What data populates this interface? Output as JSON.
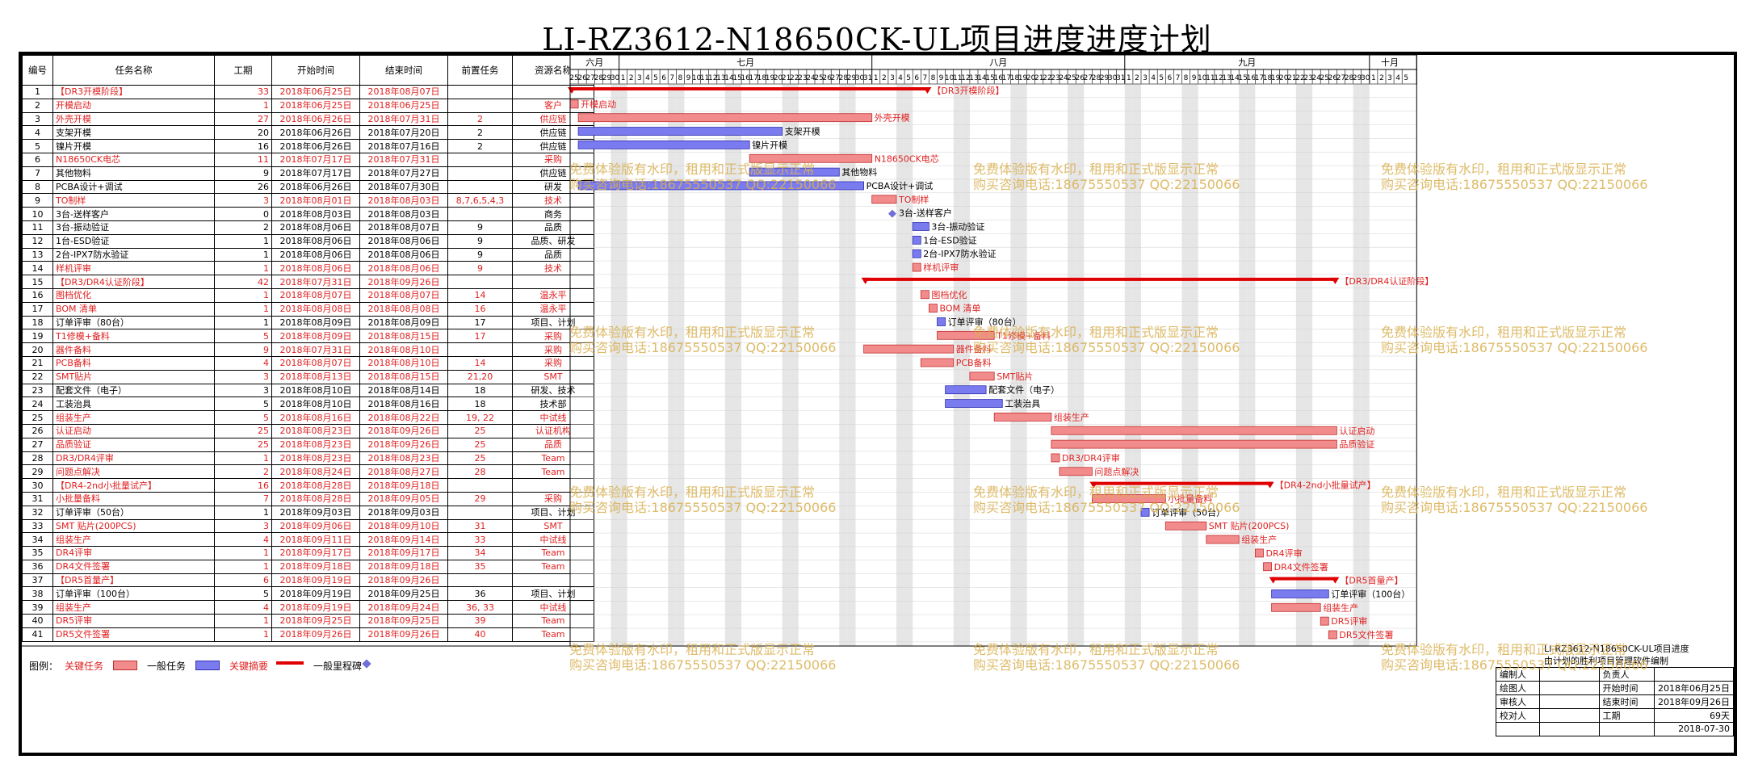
{
  "title": "LI-RZ3612-N18650CK-UL项目进度进度计划",
  "colors": {
    "critical": "#f28b8b",
    "normal": "#7b7bf0",
    "summary": "#e00000",
    "milestone": "#6f6fd8",
    "watermark": "#d9b050"
  },
  "columns": [
    "编号",
    "任务名称",
    "工期",
    "开始时间",
    "结束时间",
    "前置任务",
    "资源名称"
  ],
  "tasks": [
    {
      "id": "1",
      "name": "【DR3开模阶段】",
      "dur": "33",
      "start": "2018年06月25日",
      "end": "2018年08月07日",
      "pred": "",
      "res": "",
      "red": true
    },
    {
      "id": "2",
      "name": "开模启动",
      "dur": "1",
      "start": "2018年06月25日",
      "end": "2018年06月25日",
      "pred": "",
      "res": "客户",
      "red": true
    },
    {
      "id": "3",
      "name": "外壳开模",
      "dur": "27",
      "start": "2018年06月26日",
      "end": "2018年07月31日",
      "pred": "2",
      "res": "供应链",
      "red": true
    },
    {
      "id": "4",
      "name": "支架开模",
      "dur": "20",
      "start": "2018年06月26日",
      "end": "2018年07月20日",
      "pred": "2",
      "res": "供应链",
      "red": false
    },
    {
      "id": "5",
      "name": "镍片开模",
      "dur": "16",
      "start": "2018年06月26日",
      "end": "2018年07月16日",
      "pred": "2",
      "res": "供应链",
      "red": false
    },
    {
      "id": "6",
      "name": "N18650CK电芯",
      "dur": "11",
      "start": "2018年07月17日",
      "end": "2018年07月31日",
      "pred": "",
      "res": "采购",
      "red": true
    },
    {
      "id": "7",
      "name": "其他物料",
      "dur": "9",
      "start": "2018年07月17日",
      "end": "2018年07月27日",
      "pred": "",
      "res": "供应链",
      "red": false
    },
    {
      "id": "8",
      "name": "PCBA设计+调试",
      "dur": "26",
      "start": "2018年06月26日",
      "end": "2018年07月30日",
      "pred": "",
      "res": "研发",
      "red": false
    },
    {
      "id": "9",
      "name": "TO制样",
      "dur": "3",
      "start": "2018年08月01日",
      "end": "2018年08月03日",
      "pred": "8,7,6,5,4,3",
      "res": "技术",
      "red": true
    },
    {
      "id": "10",
      "name": "3台-送样客户",
      "dur": "0",
      "start": "2018年08月03日",
      "end": "2018年08月03日",
      "pred": "",
      "res": "商务",
      "red": false
    },
    {
      "id": "11",
      "name": "3台-振动验证",
      "dur": "2",
      "start": "2018年08月06日",
      "end": "2018年08月07日",
      "pred": "9",
      "res": "品质",
      "red": false
    },
    {
      "id": "12",
      "name": "1台-ESD验证",
      "dur": "1",
      "start": "2018年08月06日",
      "end": "2018年08月06日",
      "pred": "9",
      "res": "品质、研发",
      "red": false
    },
    {
      "id": "13",
      "name": "2台-IPX7防水验证",
      "dur": "1",
      "start": "2018年08月06日",
      "end": "2018年08月06日",
      "pred": "9",
      "res": "品质",
      "red": false
    },
    {
      "id": "14",
      "name": "样机评审",
      "dur": "1",
      "start": "2018年08月06日",
      "end": "2018年08月06日",
      "pred": "9",
      "res": "技术",
      "red": true
    },
    {
      "id": "15",
      "name": "【DR3/DR4认证阶段】",
      "dur": "42",
      "start": "2018年07月31日",
      "end": "2018年09月26日",
      "pred": "",
      "res": "",
      "red": true
    },
    {
      "id": "16",
      "name": "图档优化",
      "dur": "1",
      "start": "2018年08月07日",
      "end": "2018年08月07日",
      "pred": "14",
      "res": "温永平",
      "red": true
    },
    {
      "id": "17",
      "name": "BOM 清单",
      "dur": "1",
      "start": "2018年08月08日",
      "end": "2018年08月08日",
      "pred": "16",
      "res": "温永平",
      "red": true
    },
    {
      "id": "18",
      "name": "订单评审（80台）",
      "dur": "1",
      "start": "2018年08月09日",
      "end": "2018年08月09日",
      "pred": "17",
      "res": "项目、计划",
      "red": false
    },
    {
      "id": "19",
      "name": "T1修模+备料",
      "dur": "5",
      "start": "2018年08月09日",
      "end": "2018年08月15日",
      "pred": "17",
      "res": "采购",
      "red": true
    },
    {
      "id": "20",
      "name": "器件备料",
      "dur": "9",
      "start": "2018年07月31日",
      "end": "2018年08月10日",
      "pred": "",
      "res": "采购",
      "red": true
    },
    {
      "id": "21",
      "name": "PCB备料",
      "dur": "4",
      "start": "2018年08月07日",
      "end": "2018年08月10日",
      "pred": "14",
      "res": "采购",
      "red": true
    },
    {
      "id": "22",
      "name": "SMT贴片",
      "dur": "3",
      "start": "2018年08月13日",
      "end": "2018年08月15日",
      "pred": "21,20",
      "res": "SMT",
      "red": true
    },
    {
      "id": "23",
      "name": "配套文件（电子）",
      "dur": "3",
      "start": "2018年08月10日",
      "end": "2018年08月14日",
      "pred": "18",
      "res": "研发、技术",
      "red": false
    },
    {
      "id": "24",
      "name": "工装治具",
      "dur": "5",
      "start": "2018年08月10日",
      "end": "2018年08月16日",
      "pred": "18",
      "res": "技术部",
      "red": false
    },
    {
      "id": "25",
      "name": "组装生产",
      "dur": "5",
      "start": "2018年08月16日",
      "end": "2018年08月22日",
      "pred": "19, 22",
      "res": "中试线",
      "red": true
    },
    {
      "id": "26",
      "name": "认证启动",
      "dur": "25",
      "start": "2018年08月23日",
      "end": "2018年09月26日",
      "pred": "25",
      "res": "认证机构",
      "red": true
    },
    {
      "id": "27",
      "name": "品质验证",
      "dur": "25",
      "start": "2018年08月23日",
      "end": "2018年09月26日",
      "pred": "25",
      "res": "品质",
      "red": true
    },
    {
      "id": "28",
      "name": "DR3/DR4评审",
      "dur": "1",
      "start": "2018年08月23日",
      "end": "2018年08月23日",
      "pred": "25",
      "res": "Team",
      "red": true
    },
    {
      "id": "29",
      "name": "问题点解决",
      "dur": "2",
      "start": "2018年08月24日",
      "end": "2018年08月27日",
      "pred": "28",
      "res": "Team",
      "red": true
    },
    {
      "id": "30",
      "name": "【DR4-2nd小批量试产】",
      "dur": "16",
      "start": "2018年08月28日",
      "end": "2018年09月18日",
      "pred": "",
      "res": "",
      "red": true
    },
    {
      "id": "31",
      "name": "小批量备料",
      "dur": "7",
      "start": "2018年08月28日",
      "end": "2018年09月05日",
      "pred": "29",
      "res": "采购",
      "red": true
    },
    {
      "id": "32",
      "name": "订单评审（50台）",
      "dur": "1",
      "start": "2018年09月03日",
      "end": "2018年09月03日",
      "pred": "",
      "res": "项目、计划",
      "red": false
    },
    {
      "id": "33",
      "name": "SMT 贴片(200PCS)",
      "dur": "3",
      "start": "2018年09月06日",
      "end": "2018年09月10日",
      "pred": "31",
      "res": "SMT",
      "red": true
    },
    {
      "id": "34",
      "name": "组装生产",
      "dur": "4",
      "start": "2018年09月11日",
      "end": "2018年09月14日",
      "pred": "33",
      "res": "中试线",
      "red": true
    },
    {
      "id": "35",
      "name": "DR4评审",
      "dur": "1",
      "start": "2018年09月17日",
      "end": "2018年09月17日",
      "pred": "34",
      "res": "Team",
      "red": true
    },
    {
      "id": "36",
      "name": "DR4文件签署",
      "dur": "1",
      "start": "2018年09月18日",
      "end": "2018年09月18日",
      "pred": "35",
      "res": "Team",
      "red": true
    },
    {
      "id": "37",
      "name": "【DR5首量产】",
      "dur": "6",
      "start": "2018年09月19日",
      "end": "2018年09月26日",
      "pred": "",
      "res": "",
      "red": true
    },
    {
      "id": "38",
      "name": "订单评审（100台）",
      "dur": "5",
      "start": "2018年09月19日",
      "end": "2018年09月25日",
      "pred": "36",
      "res": "项目、计划",
      "red": false
    },
    {
      "id": "39",
      "name": "组装生产",
      "dur": "4",
      "start": "2018年09月19日",
      "end": "2018年09月24日",
      "pred": "36, 33",
      "res": "中试线",
      "red": true
    },
    {
      "id": "40",
      "name": "DR5评审",
      "dur": "1",
      "start": "2018年09月25日",
      "end": "2018年09月25日",
      "pred": "39",
      "res": "Team",
      "red": true
    },
    {
      "id": "41",
      "name": "DR5文件签署",
      "dur": "1",
      "start": "2018年09月26日",
      "end": "2018年09月26日",
      "pred": "40",
      "res": "Team",
      "red": true
    }
  ],
  "months": [
    "六月",
    "七月",
    "八月",
    "九月",
    "十月"
  ],
  "legend": {
    "label": "图例：",
    "critical": "关键任务",
    "normal": "一般任务",
    "key_summary": "关键摘要",
    "normal_milestone": "一般里程碑"
  },
  "watermark": {
    "line1": "免费体验版有水印，租用和正式版显示正常",
    "line2": "购买咨询电话:18675550537 QQ:22150066"
  },
  "info": {
    "title_line1": "LI-RZ3612-N18650CK-UL项目进度",
    "title_line2": "由计划的胜利项目管理软件编制",
    "rows": [
      [
        "编制人",
        "",
        "负责人",
        ""
      ],
      [
        "绘图人",
        "",
        "开始时间",
        "2018年06月25日"
      ],
      [
        "审核人",
        "",
        "结束时间",
        "2018年09月26日"
      ],
      [
        "校对人",
        "",
        "工期",
        "69天"
      ],
      [
        "",
        "",
        "",
        "2018-07-30"
      ]
    ]
  }
}
